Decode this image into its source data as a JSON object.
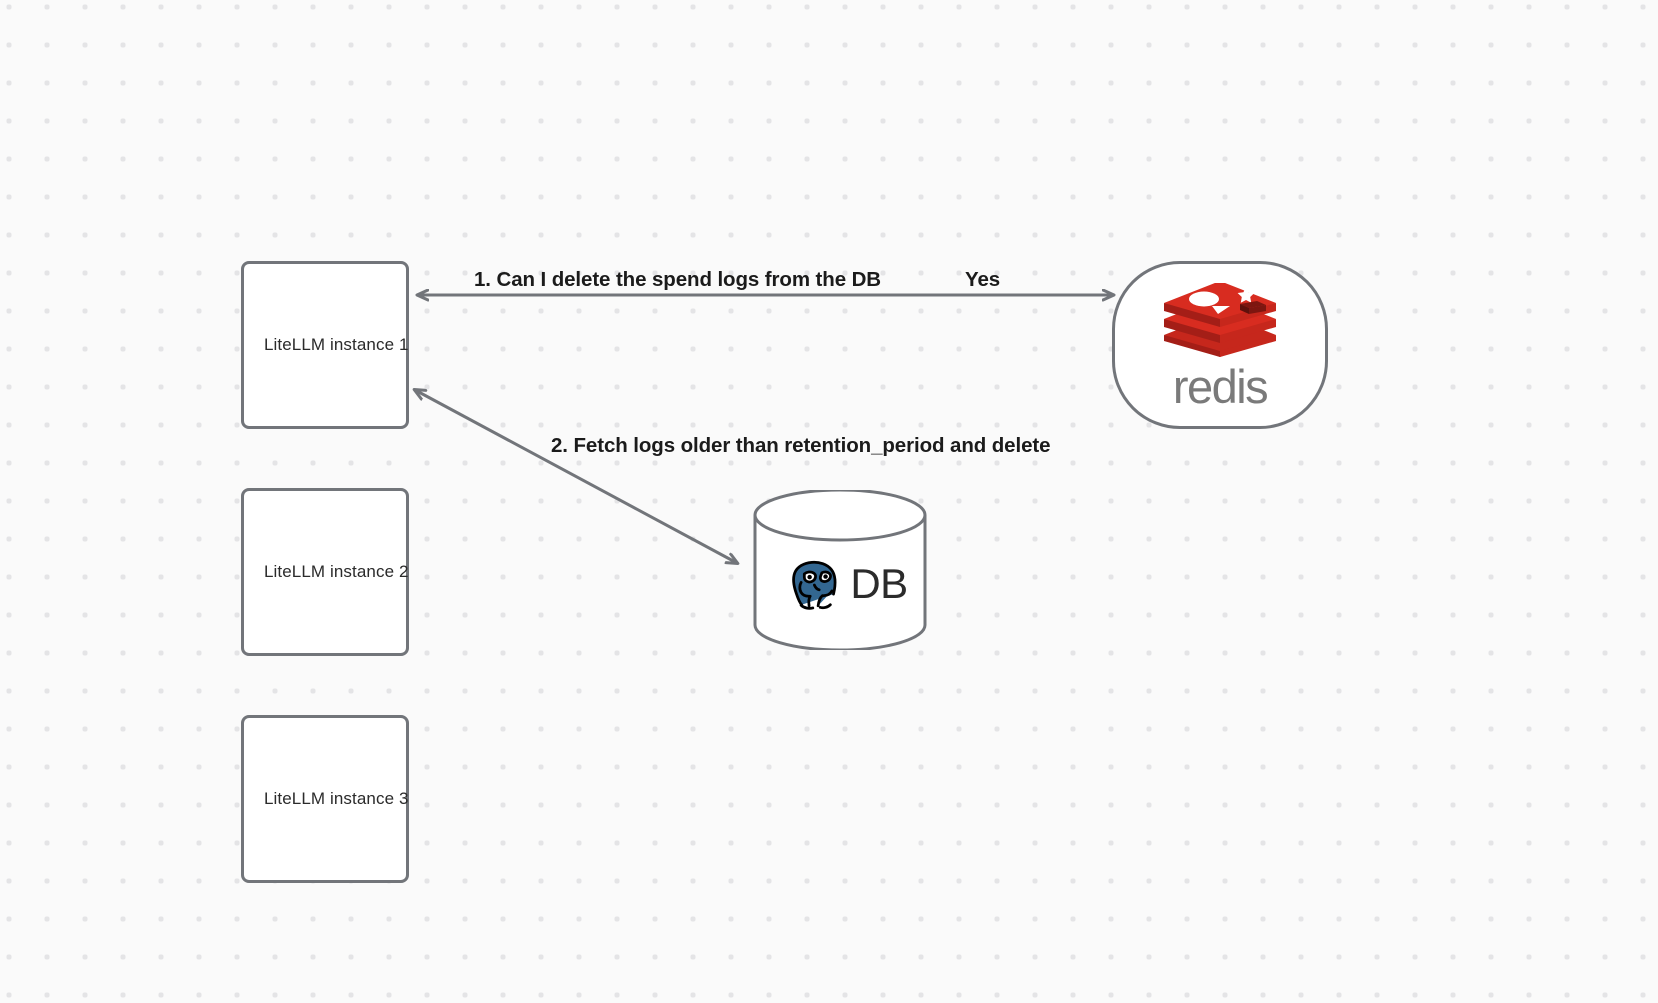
{
  "canvas": {
    "background_color": "#fafafa",
    "dot_color": "#e4e4e6",
    "stroke_color": "#72757a"
  },
  "nodes": [
    {
      "id": "litellm-1",
      "label": "LiteLLM instance 1",
      "shape": "rounded-rect"
    },
    {
      "id": "litellm-2",
      "label": "LiteLLM instance 2",
      "shape": "rounded-rect"
    },
    {
      "id": "litellm-3",
      "label": "LiteLLM instance 3",
      "shape": "rounded-rect"
    },
    {
      "id": "redis",
      "label": "redis",
      "shape": "stadium",
      "logo": "redis-logo",
      "logo_color": "#d82c20",
      "word_color": "#7a7a7a"
    },
    {
      "id": "database",
      "label": "DB",
      "shape": "cylinder",
      "logo": "postgresql-elephant-logo",
      "logo_color": "#336791"
    }
  ],
  "edges": [
    {
      "id": "edge-1",
      "from": "litellm-1",
      "to": "redis",
      "label": "1.  Can I delete the spend logs from the DB",
      "reply_label": "Yes",
      "direction": "bidirectional"
    },
    {
      "id": "edge-2",
      "from": "litellm-1",
      "to": "database",
      "label": "2.  Fetch logs older than retention_period and delete",
      "direction": "bidirectional"
    }
  ],
  "labels": {
    "step1": "1.  Can I delete the spend logs from the DB",
    "step1_reply": "Yes",
    "step2": "2.  Fetch logs older than retention_period and delete",
    "db_text": "DB",
    "redis_word": "redis",
    "instance1": "LiteLLM instance 1",
    "instance2": "LiteLLM instance 2",
    "instance3": "LiteLLM instance 3"
  }
}
